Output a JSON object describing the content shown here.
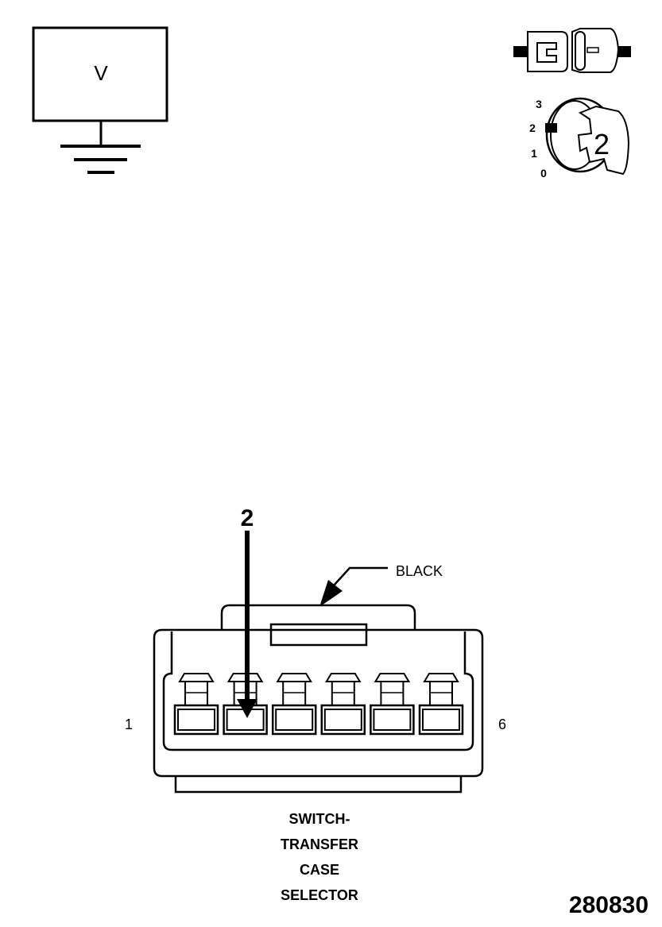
{
  "voltmeter": {
    "symbol": "V",
    "icon": "voltmeter-symbol-icon"
  },
  "connector_icon": "connector-disconnect-icon",
  "ignition": {
    "icon": "ignition-key-icon",
    "positions": [
      "3",
      "2",
      "1",
      "0"
    ],
    "key_position": "2"
  },
  "probe": {
    "pin": "2",
    "icon": "probe-arrow-icon"
  },
  "connector": {
    "color_label": "BLACK",
    "pin_first": "1",
    "pin_last": "6",
    "cavity_count": 6,
    "probe_cavity": 2,
    "name_lines": [
      "SWITCH-",
      "TRANSFER",
      "CASE",
      "SELECTOR"
    ]
  },
  "figure_id": "280830",
  "colors": {
    "line": "#000000",
    "background": "#ffffff"
  }
}
